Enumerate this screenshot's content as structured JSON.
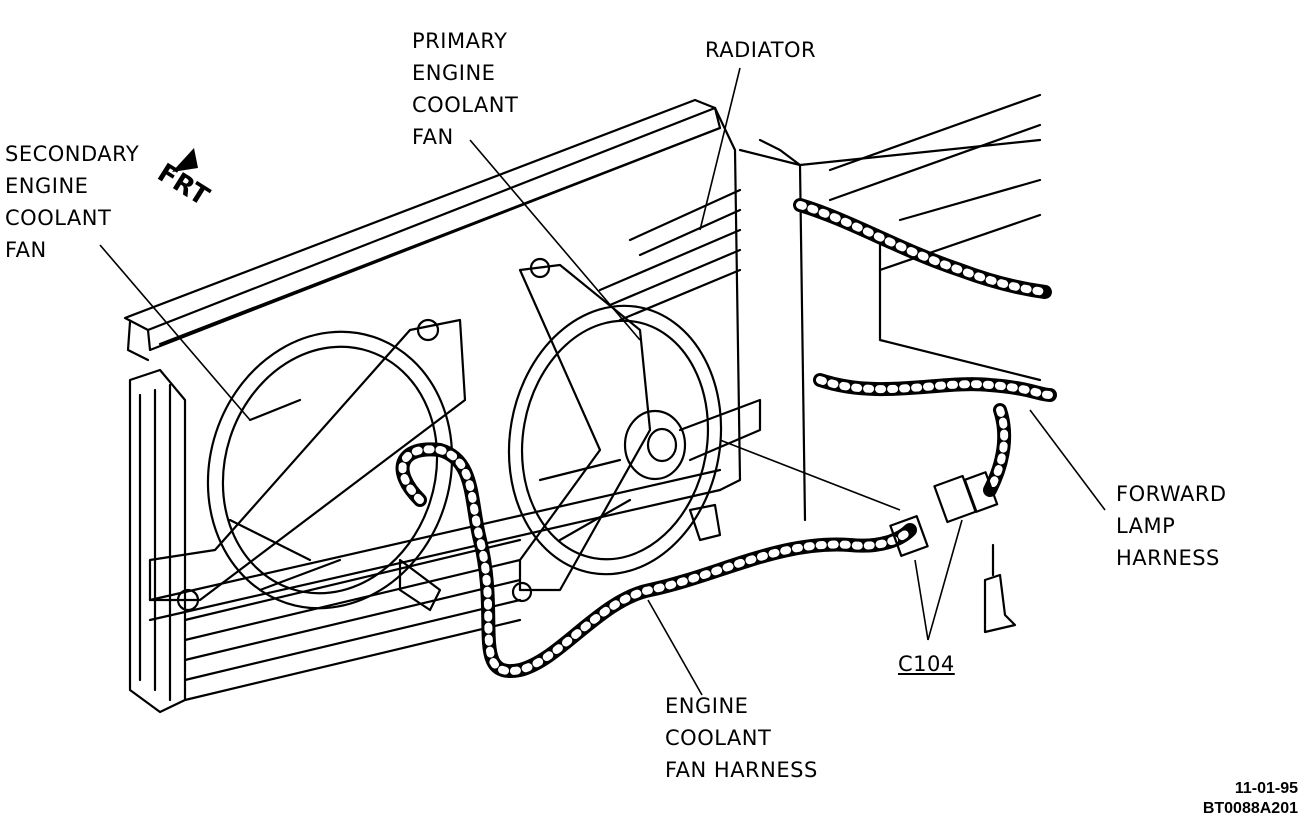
{
  "labels": {
    "secondary_fan": [
      "SECONDARY",
      "ENGINE",
      "COOLANT",
      "FAN"
    ],
    "primary_fan": [
      "PRIMARY",
      "ENGINE",
      "COOLANT",
      "FAN"
    ],
    "radiator": "RADIATOR",
    "forward_lamp_harness": [
      "FORWARD",
      "LAMP",
      "HARNESS"
    ],
    "connector": "C104",
    "fan_harness": [
      "ENGINE",
      "COOLANT",
      "FAN HARNESS"
    ],
    "direction": "FRT"
  },
  "footer": {
    "date": "11-01-95",
    "figure_id": "BT0088A201"
  }
}
